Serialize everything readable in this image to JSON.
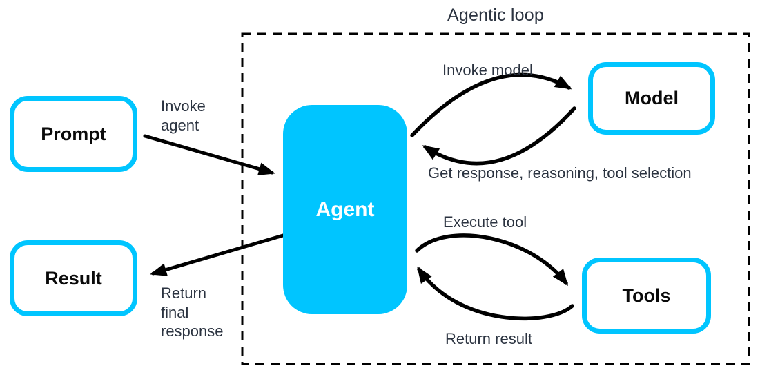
{
  "title": "Agentic loop",
  "colors": {
    "accent_cyan": "#00c5ff",
    "arrow_black": "#000000",
    "label_text": "#2b3340",
    "node_text": "#0a0a0a",
    "agent_text": "#ffffff",
    "background": "#ffffff"
  },
  "nodes": {
    "prompt": {
      "label": "Prompt"
    },
    "result": {
      "label": "Result"
    },
    "agent": {
      "label": "Agent"
    },
    "model": {
      "label": "Model"
    },
    "tools": {
      "label": "Tools"
    }
  },
  "edges": {
    "invoke_agent": {
      "label": "Invoke\nagent"
    },
    "return_final_response": {
      "label": "Return\nfinal\nresponse"
    },
    "invoke_model": {
      "label": "Invoke model"
    },
    "get_response": {
      "label": "Get response, reasoning, tool selection"
    },
    "execute_tool": {
      "label": "Execute tool"
    },
    "return_result": {
      "label": "Return result"
    }
  }
}
